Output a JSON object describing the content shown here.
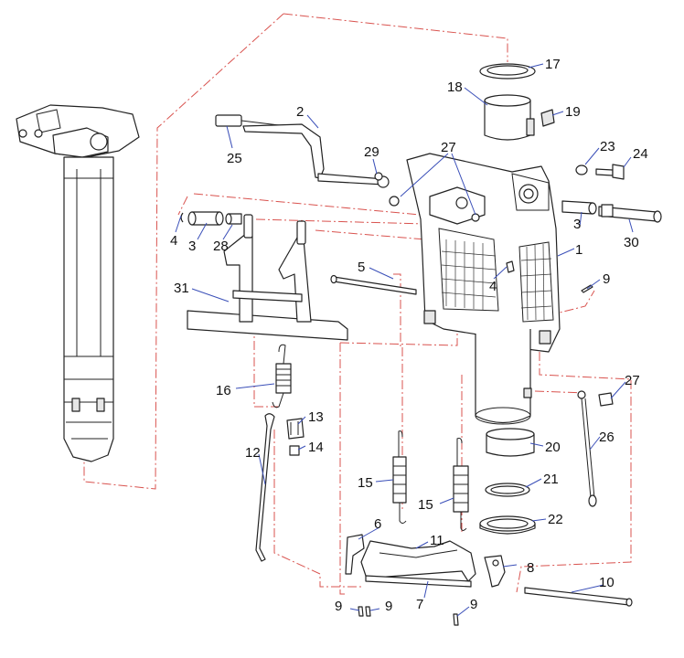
{
  "diagram": {
    "labels": [
      {
        "id": "l1",
        "text": "1"
      },
      {
        "id": "l2",
        "text": "2"
      },
      {
        "id": "l3a",
        "text": "3"
      },
      {
        "id": "l3b",
        "text": "3"
      },
      {
        "id": "l4a",
        "text": "4"
      },
      {
        "id": "l4b",
        "text": "4"
      },
      {
        "id": "l5",
        "text": "5"
      },
      {
        "id": "l6",
        "text": "6"
      },
      {
        "id": "l7",
        "text": "7"
      },
      {
        "id": "l8",
        "text": "8"
      },
      {
        "id": "l9a",
        "text": "9"
      },
      {
        "id": "l9b",
        "text": "9"
      },
      {
        "id": "l9c",
        "text": "9"
      },
      {
        "id": "l9d",
        "text": "9"
      },
      {
        "id": "l10",
        "text": "10"
      },
      {
        "id": "l11",
        "text": "11"
      },
      {
        "id": "l12",
        "text": "12"
      },
      {
        "id": "l13",
        "text": "13"
      },
      {
        "id": "l14",
        "text": "14"
      },
      {
        "id": "l15a",
        "text": "15"
      },
      {
        "id": "l15b",
        "text": "15"
      },
      {
        "id": "l16",
        "text": "16"
      },
      {
        "id": "l17",
        "text": "17"
      },
      {
        "id": "l18",
        "text": "18"
      },
      {
        "id": "l19",
        "text": "19"
      },
      {
        "id": "l20",
        "text": "20"
      },
      {
        "id": "l21",
        "text": "21"
      },
      {
        "id": "l22",
        "text": "22"
      },
      {
        "id": "l23",
        "text": "23"
      },
      {
        "id": "l24",
        "text": "24"
      },
      {
        "id": "l25",
        "text": "25"
      },
      {
        "id": "l26",
        "text": "26"
      },
      {
        "id": "l27a",
        "text": "27"
      },
      {
        "id": "l27b",
        "text": "27"
      },
      {
        "id": "l28",
        "text": "28"
      },
      {
        "id": "l29",
        "text": "29"
      },
      {
        "id": "l30",
        "text": "30"
      },
      {
        "id": "l31",
        "text": "31"
      }
    ],
    "colors": {
      "leader": "#3a4fb8",
      "assembly_line": "#d9534f",
      "outline": "#222222"
    }
  }
}
